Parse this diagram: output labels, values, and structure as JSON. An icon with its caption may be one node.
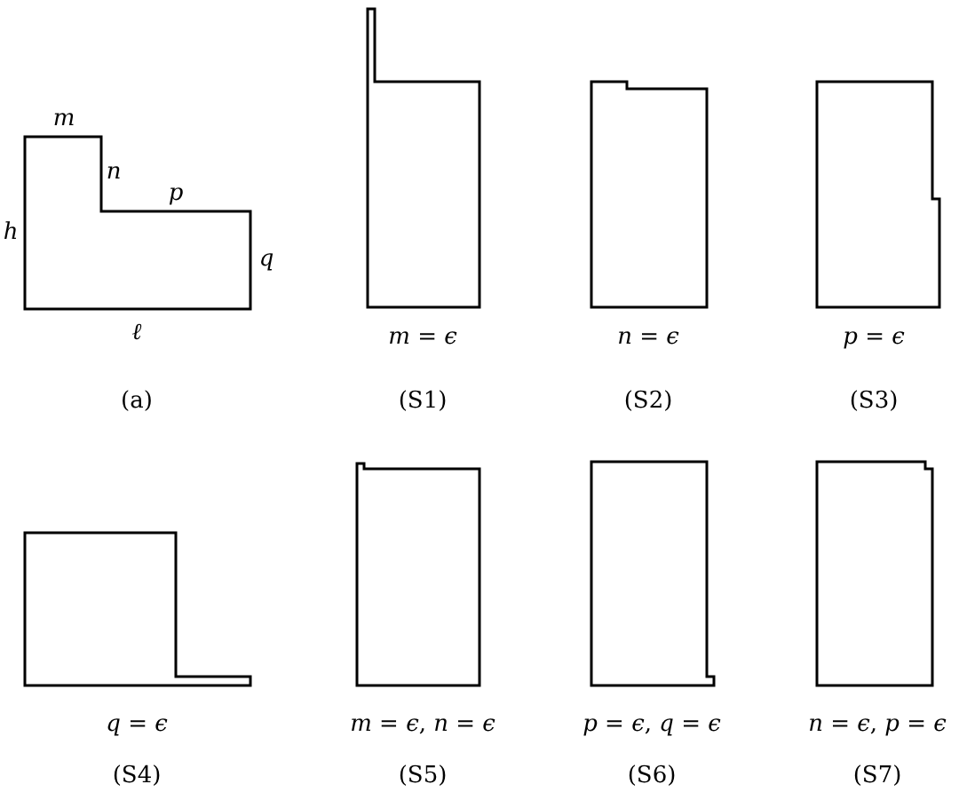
{
  "diagram": {
    "labels": [
      "m",
      "n",
      "p",
      "h",
      "q",
      "ℓ",
      "*m* = *ϵ*",
      "*n* = *ϵ*",
      "*p* = *ϵ*",
      "(a)",
      "(S1)",
      "(S2)",
      "(S3)",
      "*q* = *ϵ*",
      "*m* = *ϵ*, *n* = *ϵ*",
      "*p* = *ϵ*, *q* = *ϵ*",
      "*n* = *ϵ*, *p* = *ϵ*",
      "(S4)",
      "(S5)",
      "(S6)",
      "(S7)"
    ]
  }
}
